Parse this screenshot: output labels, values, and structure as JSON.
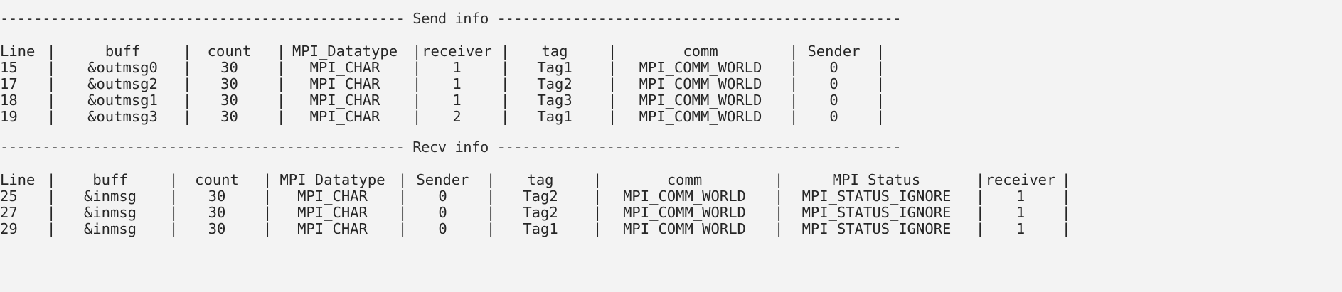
{
  "send": {
    "banner": "------------------------------------------------ Send info ------------------------------------------------",
    "headers": [
      "Line",
      "buff",
      "count",
      "MPI_Datatype",
      "receiver",
      "tag",
      "comm",
      "Sender"
    ],
    "rows": [
      [
        "15",
        "&outmsg0",
        "30",
        "MPI_CHAR",
        "1",
        "Tag1",
        "MPI_COMM_WORLD",
        "0"
      ],
      [
        "17",
        "&outmsg2",
        "30",
        "MPI_CHAR",
        "1",
        "Tag2",
        "MPI_COMM_WORLD",
        "0"
      ],
      [
        "18",
        "&outmsg1",
        "30",
        "MPI_CHAR",
        "1",
        "Tag3",
        "MPI_COMM_WORLD",
        "0"
      ],
      [
        "19",
        "&outmsg3",
        "30",
        "MPI_CHAR",
        "2",
        "Tag1",
        "MPI_COMM_WORLD",
        "0"
      ]
    ],
    "separator": "|"
  },
  "recv": {
    "banner": "------------------------------------------------ Recv info ------------------------------------------------",
    "headers": [
      "Line",
      "buff",
      "count",
      "MPI_Datatype",
      "Sender",
      "tag",
      "comm",
      "MPI_Status",
      "receiver"
    ],
    "rows": [
      [
        "25",
        "&inmsg",
        "30",
        "MPI_CHAR",
        "0",
        "Tag2",
        "MPI_COMM_WORLD",
        "MPI_STATUS_IGNORE",
        "1"
      ],
      [
        "27",
        "&inmsg",
        "30",
        "MPI_CHAR",
        "0",
        "Tag2",
        "MPI_COMM_WORLD",
        "MPI_STATUS_IGNORE",
        "1"
      ],
      [
        "29",
        "&inmsg",
        "30",
        "MPI_CHAR",
        "0",
        "Tag1",
        "MPI_COMM_WORLD",
        "MPI_STATUS_IGNORE",
        "1"
      ]
    ],
    "separator": "|"
  }
}
